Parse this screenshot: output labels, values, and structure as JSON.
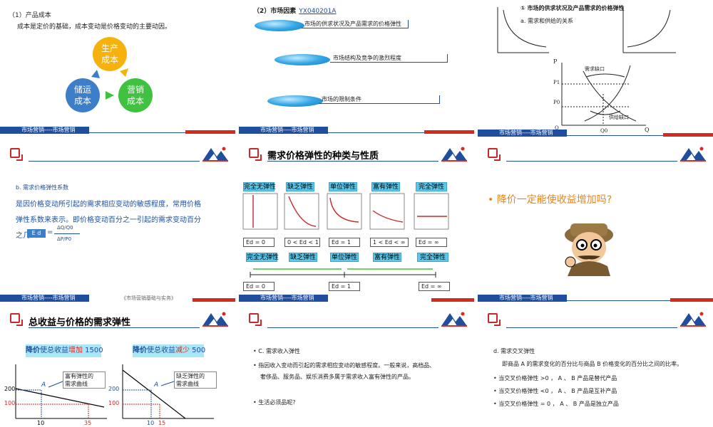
{
  "footer_text": "市场营销----市场营销",
  "colors": {
    "blue": "#1f4e9c",
    "red": "#d42a1f",
    "cyan": "#5ec8ea"
  },
  "slide1": {
    "heading": "（1）产品成本",
    "text": "成本是定价的基础，成本变动是价格变动的主要动因。",
    "circles": [
      "生产\n成本",
      "营销\n成本",
      "储运\n成本"
    ]
  },
  "slide2": {
    "heading": "（2）市场因素",
    "code": "YX040201A",
    "items": [
      "市场的供求状况及产品需求的价格弹性",
      "市场结构及竞争的激烈程度",
      "市场的限制条件"
    ]
  },
  "slide3": {
    "heading": "① 市场的供求状况及产品需求的价格弹性",
    "sub": "a. 需求和供给的关系",
    "axis_p": "P",
    "p1": "P1",
    "p0": "P0",
    "axis_q": "Q",
    "q0": "Q0",
    "origin": "O",
    "shortage_demand": "需求缺口",
    "shortage_supply": "供给缺口"
  },
  "slide4": {
    "heading": "b. 需求价格弹性系数",
    "para1": "是因价格变动所引起的需求相应变动的敏感程度，常用价格",
    "para2": "弹性系数来表示。即价格变动百分之一引起的需求变动百分",
    "para3_prefix": "之几",
    "ed_label": "E d",
    "frac_top": "ΔQ/Q0",
    "frac_bottom": "ΔP/P0",
    "source": "《市场营销基础与实务》"
  },
  "slide5": {
    "title": "需求价格弹性的种类与性质",
    "labels": [
      "完全无弹性",
      "缺乏弹性",
      "单位弹性",
      "富有弹性",
      "完全弹性"
    ],
    "ranges": [
      "Ed = 0",
      "0 < Ed < 1",
      "Ed = 1",
      "1 < Ed < ∞",
      "Ed = ∞"
    ],
    "labels2": [
      "完全无弹性",
      "缺乏弹性",
      "单位弹性",
      "富有弹性",
      "完全弹性"
    ],
    "bottom_ranges": [
      "Ed = 0",
      "Ed = 1",
      "Ed = ∞"
    ]
  },
  "slide6": {
    "question": "降价一定能使收益增加吗?"
  },
  "slide7": {
    "title": "总收益与价格的需求弹性",
    "left_box": {
      "p1": "降价",
      "p2": "使总收益",
      "p3": "增加",
      "p4": " 1500"
    },
    "right_box": {
      "p1": "降价",
      "p2": "使总收益",
      "p3": "减少",
      "p4": " 500"
    },
    "left_note": "富有弹性的\n需求曲线",
    "right_note": "缺乏弹性的\n需求曲线",
    "point": "A",
    "y200": "200",
    "y100": "100",
    "lx1": "10",
    "lx2": "35",
    "rx1": "10",
    "rx2": "15"
  },
  "slide8": {
    "b1": "C. 需求收入弹性",
    "b2a": "指因收入变动而引起的需求相应变动的敏感程度。一般来说，高档品、",
    "b2b": "奢侈品、服务品、娱乐消费多属于需求收入富有弹性的产品。",
    "b3": "生活必须品呢?"
  },
  "slide9": {
    "h": "d. 需求交叉弹性",
    "p": "即商品 A 的需求变化的百分比与商品 B 价格变化的百分比之间的比率。",
    "b1": "当交叉价格弹性 >0 ， A 、 B 产品是替代产品",
    "b2": "当交叉价格弹性 <0 ， A 、 B 产品是互补产品",
    "b3": "当交叉价格弹性 = 0 ， A 、 B 产品是独立产品"
  }
}
